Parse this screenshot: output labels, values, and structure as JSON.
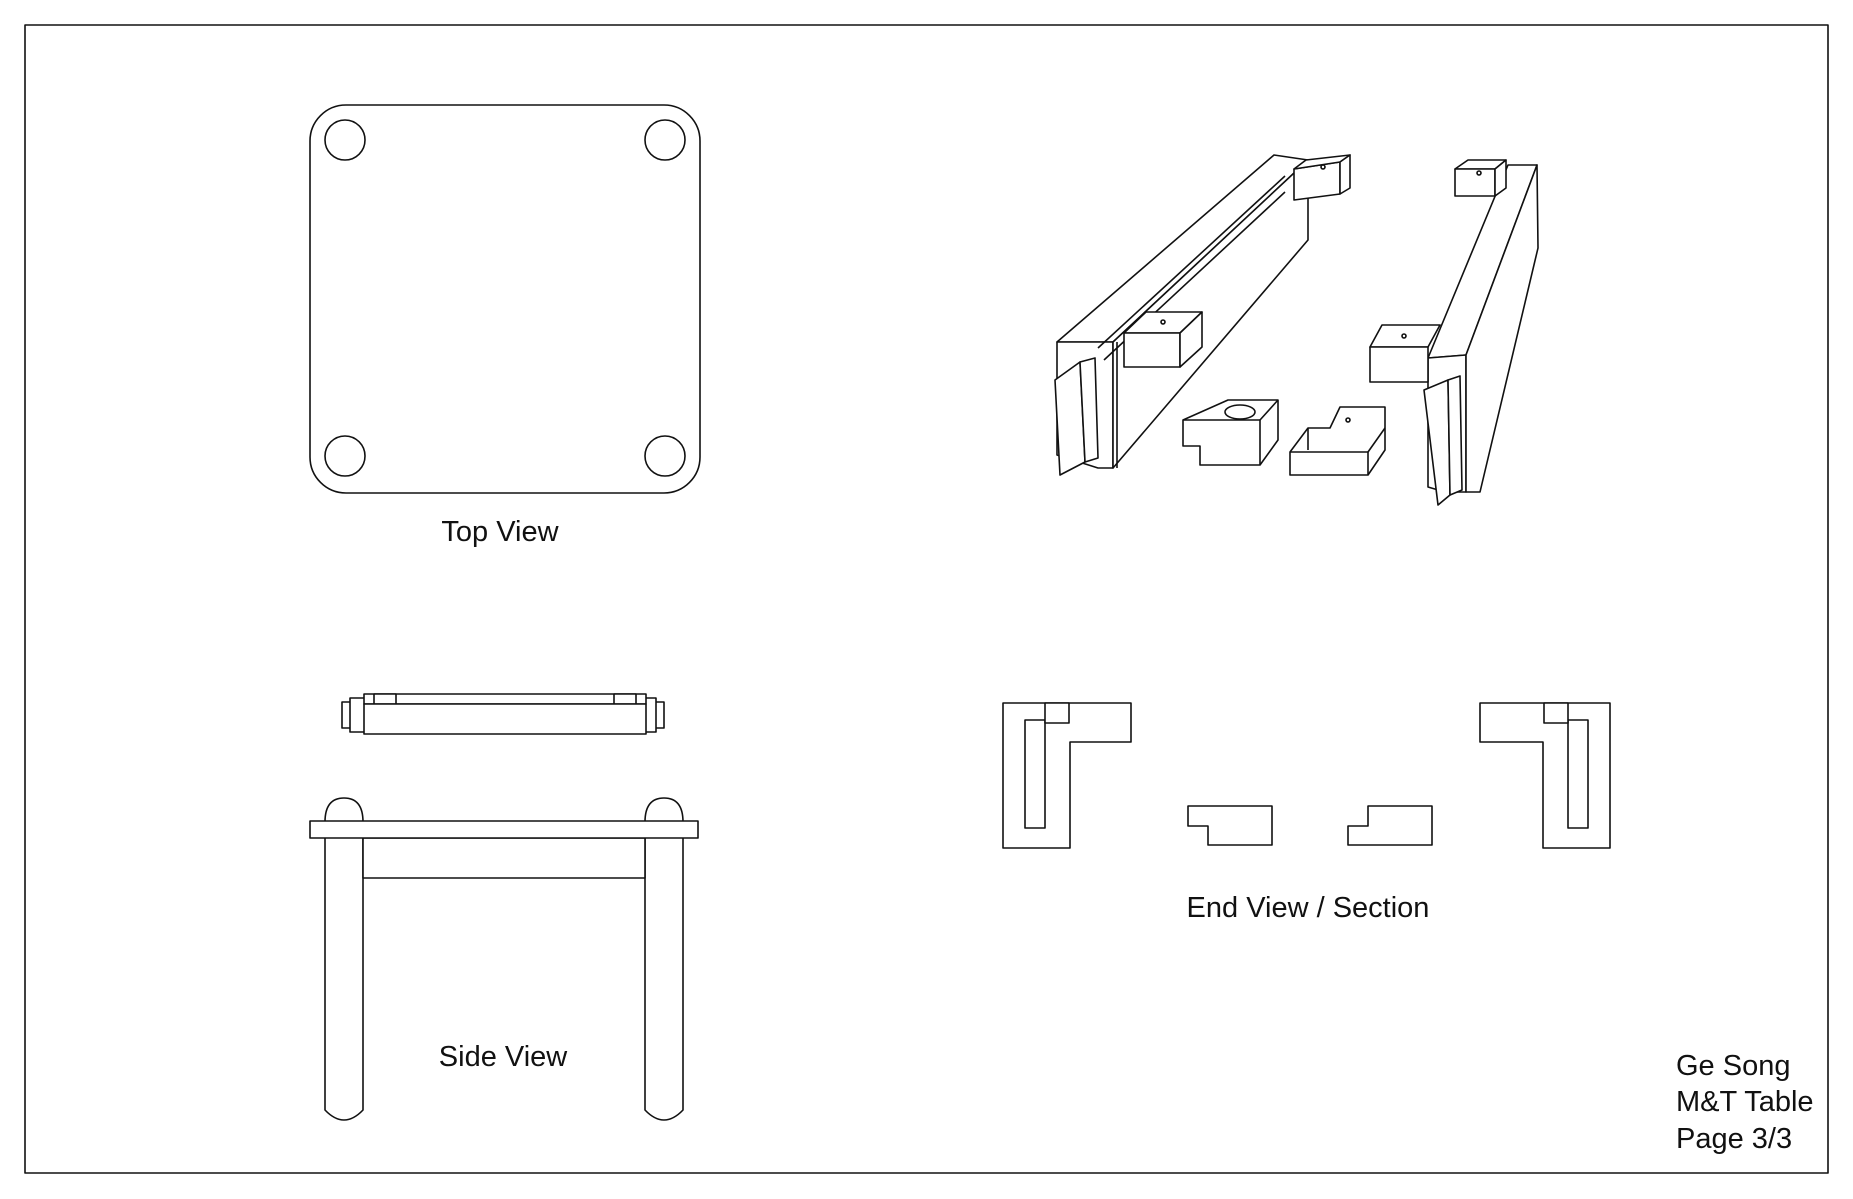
{
  "views": {
    "top_view_label": "Top View",
    "side_view_label": "Side View",
    "end_view_label": "End View / Section"
  },
  "title_block": {
    "author": "Ge Song",
    "title": "M&T Table",
    "page": "Page 3/3"
  },
  "colors": {
    "line": "#111111",
    "background": "#ffffff"
  }
}
